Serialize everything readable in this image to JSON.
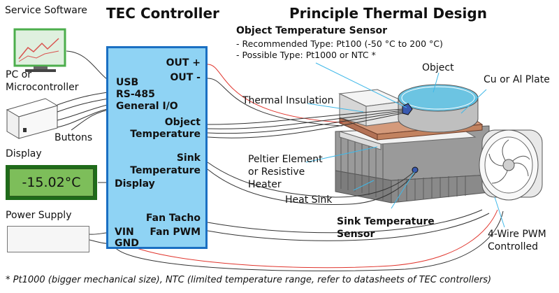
{
  "left": {
    "service_software": "Service Software",
    "pc_line1": "PC or",
    "pc_line2": "Microcontroller",
    "buttons": "Buttons",
    "display": "Display",
    "display_value": "-15.02°C",
    "power_supply": "Power Supply"
  },
  "controller": {
    "title": "TEC Controller",
    "out_plus": "OUT +",
    "out_minus": "OUT -",
    "usb": "USB",
    "rs485": "RS-485",
    "gio": "General I/O",
    "obj_1": "Object",
    "obj_2": "Temperature",
    "sink_1": "Sink",
    "sink_2": "Temperature",
    "display": "Display",
    "fan_tacho": "Fan Tacho",
    "fan_pwm": "Fan PWM",
    "vin": "VIN",
    "gnd": "GND"
  },
  "design": {
    "title": "Principle Thermal Design",
    "sensor_title": "Object Temperature Sensor",
    "sensor_line1": "- Recommended Type: Pt100 (-50 °C to 200 °C)",
    "sensor_line2": "- Possible Type: Pt1000 or NTC *",
    "object": "Object",
    "plate": "Cu or Al Plate",
    "insulation": "Thermal Insulation",
    "peltier_1": "Peltier Element",
    "peltier_2": "or Resistive",
    "peltier_3": "Heater",
    "heatsink": "Heat Sink",
    "sink_sensor_1": "Sink Temperature",
    "sink_sensor_2": "Sensor",
    "pwm_1": "4-Wire PWM",
    "pwm_2": "Controlled"
  },
  "footnote": "* Pt1000 (bigger mechanical size), NTC (limited temperature range, refer to datasheets of TEC controllers)",
  "colors": {
    "controller_fill": "#8fd3f4",
    "controller_border": "#1a6fc2",
    "wire_red": "#e0342c",
    "wire_dark": "#333333",
    "leader_cyan": "#3fb8e8",
    "object_fill": "#6cc4e2",
    "plate_fill": "#d49a7b"
  },
  "icons": {
    "monitor": "monitor-icon",
    "controller_box": "box-icon",
    "fan": "fan-icon"
  }
}
